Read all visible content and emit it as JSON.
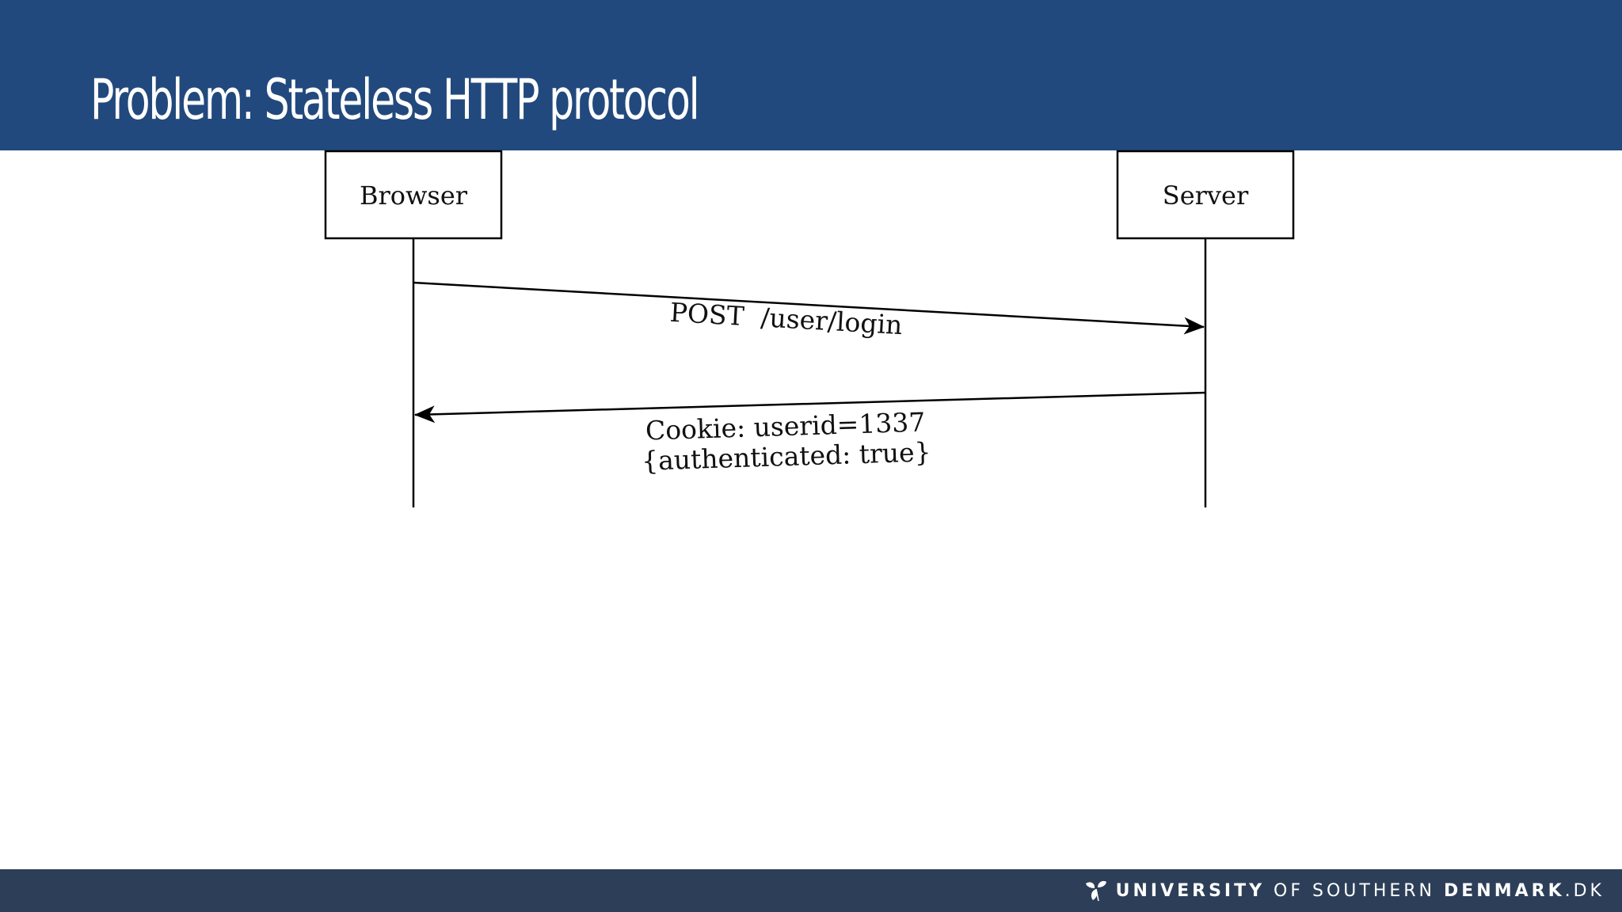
{
  "slide": {
    "title": "Problem: Stateless HTTP protocol"
  },
  "diagram": {
    "participants": [
      "Browser",
      "Server"
    ],
    "messages": [
      {
        "from": "Browser",
        "to": "Server",
        "label_lines": [
          "POST  /user/login"
        ]
      },
      {
        "from": "Server",
        "to": "Browser",
        "label_lines": [
          "Cookie: userid=1337",
          "{authenticated: true}"
        ]
      }
    ]
  },
  "footer": {
    "brand_university": "UNIVERSITY",
    "brand_of_southern": " OF SOUTHERN ",
    "brand_denmark": "DENMARK",
    "brand_dk": ".DK",
    "brand_icon": "leaf-logo-icon"
  }
}
